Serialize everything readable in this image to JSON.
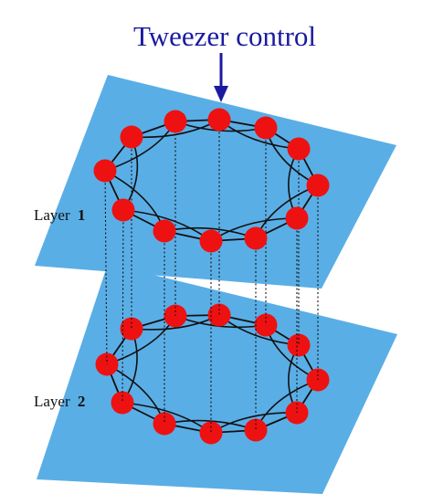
{
  "title": "Tweezer control",
  "layers": [
    {
      "label_text": "Layer",
      "label_number": "1"
    },
    {
      "label_text": "Layer",
      "label_number": "2"
    }
  ],
  "colors": {
    "plane": "#5aaee6",
    "node": "#ee1111",
    "edge": "#111111",
    "arrow": "#1a1aa0",
    "title": "#1a1aa0"
  },
  "icons": {
    "arrow": "down-arrow-icon"
  }
}
